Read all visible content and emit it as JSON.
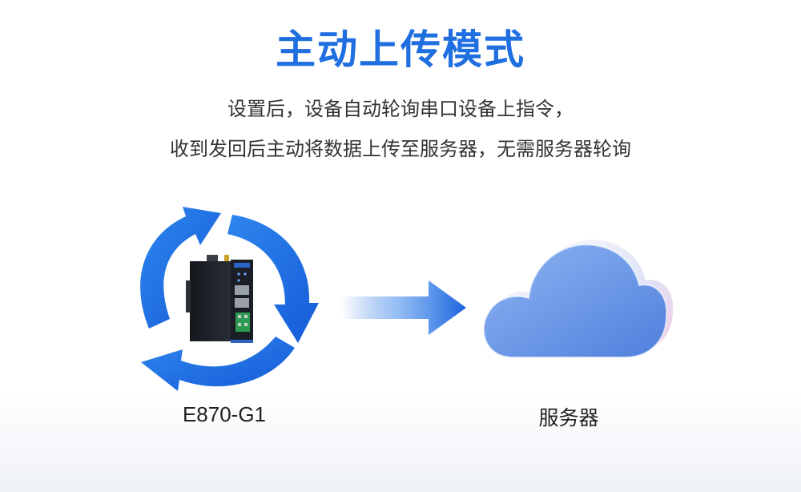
{
  "title": "主动上传模式",
  "description": {
    "line1": "设置后，设备自动轮询串口设备上指令，",
    "line2": "收到发回后主动将数据上传至服务器，无需服务器轮询"
  },
  "device": {
    "label": "E870-G1"
  },
  "server": {
    "label": "服务器"
  },
  "colors": {
    "accent": "#1f6fe0",
    "arrow": "#1a63dc",
    "cloud": "#6f9ae8"
  }
}
